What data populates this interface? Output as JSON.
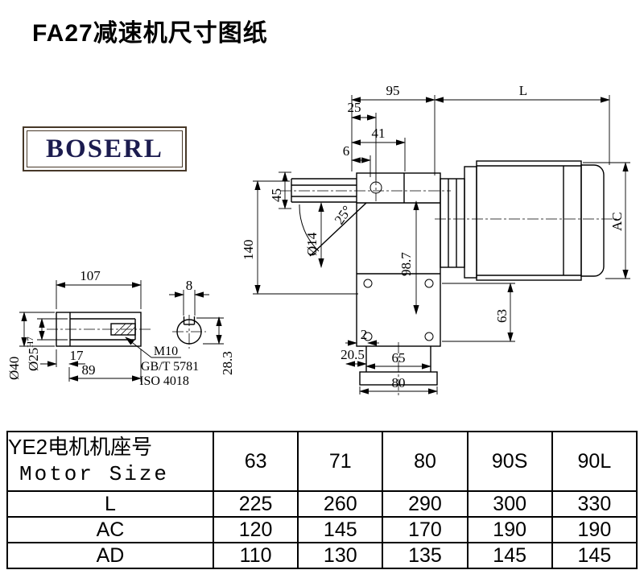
{
  "page": {
    "title": "FA27减速机尺寸图纸"
  },
  "colors": {
    "logo_border": "#473828",
    "logo_text": "#1c1c4f"
  },
  "logo": {
    "text": "BOSERL"
  },
  "drawing": {
    "dims": {
      "d95": "95",
      "d25": "25",
      "L": "L",
      "d41": "41",
      "d6": "6",
      "d45": "45",
      "a25": "25°",
      "d140": "140",
      "dia14": "Ø14",
      "d98_7": "98.7",
      "AC": "AC",
      "d63": "63",
      "d2": "2",
      "d20_5": "20.5",
      "d65": "65",
      "d80": "80",
      "d107": "107",
      "d8": "8",
      "d17": "17",
      "d89": "89",
      "m10": "M10",
      "gbt": "GB/T 5781",
      "iso": "ISO 4018",
      "d28_3": "28.3",
      "dia40": "Ø40",
      "dia25": "Ø25",
      "dia25_sup": "H7"
    }
  },
  "table": {
    "header": {
      "label_cn": "YE2电机机座号",
      "label_en": "Motor Size",
      "sizes": [
        "63",
        "71",
        "80",
        "90S",
        "90L"
      ]
    },
    "rows": [
      {
        "label": "L",
        "values": [
          "225",
          "260",
          "290",
          "300",
          "330"
        ]
      },
      {
        "label": "AC",
        "values": [
          "120",
          "145",
          "170",
          "190",
          "190"
        ]
      },
      {
        "label": "AD",
        "values": [
          "110",
          "130",
          "135",
          "145",
          "145"
        ]
      }
    ]
  }
}
